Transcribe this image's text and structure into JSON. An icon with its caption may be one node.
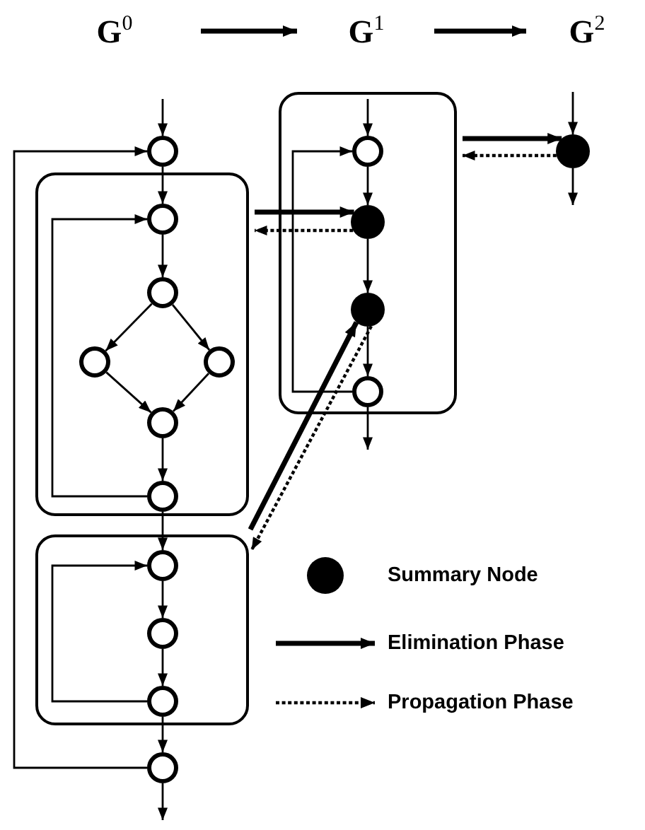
{
  "diagram": {
    "nodes": [
      {
        "text": [
          "G$^{0}$"
        ]
      },
      {
        "text": [
          "G$^{1}$"
        ]
      },
      {
        "text": [
          "G$^{2}$"
        ]
      },
      {
        "text": [],
        "shape": "circle"
      },
      {
        "text": [],
        "shape": "box"
      },
      {
        "text": [],
        "shape": "circle",
        "in": 4
      },
      {
        "text": [],
        "shape": "circle",
        "in": 4
      },
      {
        "text": [],
        "shape": "circle",
        "in": 4
      },
      {
        "text": [],
        "shape": "circle",
        "in": 4
      },
      {
        "text": [],
        "shape": "circle",
        "in": 4
      },
      {
        "text": [],
        "shape": "circle",
        "in": 4
      },
      {
        "text": [],
        "shape": "box"
      },
      {
        "text": [],
        "shape": "circle",
        "in": 11
      },
      {
        "text": [],
        "shape": "circle",
        "in": 11
      },
      {
        "text": [],
        "shape": "circle",
        "in": 11
      },
      {
        "text": [],
        "shape": "circle"
      },
      {
        "text": [],
        "shape": "box"
      },
      {
        "text": [],
        "shape": "circle",
        "in": 16
      },
      {
        "text": [],
        "shape": "dot",
        "in": 16
      },
      {
        "text": [],
        "shape": "dot",
        "in": 16
      },
      {
        "text": [],
        "shape": "circle",
        "in": 16
      },
      {
        "text": [],
        "shape": "dot"
      }
    ],
    "edges": [
      {
        "from": 0,
        "to": 1,
        "arrow": "to",
        "style": "thick"
      },
      {
        "from": 1,
        "to": 2,
        "arrow": "to",
        "style": "thick"
      },
      {
        "from": null,
        "to": 3,
        "arrow": "to"
      },
      {
        "from": 3,
        "to": 5,
        "arrow": "to"
      },
      {
        "from": 5,
        "to": 6,
        "arrow": "to"
      },
      {
        "from": 6,
        "to": 7,
        "arrow": "to"
      },
      {
        "from": 6,
        "to": 8,
        "arrow": "to"
      },
      {
        "from": 7,
        "to": 9,
        "arrow": "to"
      },
      {
        "from": 8,
        "to": 9,
        "arrow": "to"
      },
      {
        "from": 9,
        "to": 10,
        "arrow": "to"
      },
      {
        "from": 10,
        "to": 5,
        "arrow": "to"
      },
      {
        "from": 10,
        "to": 12,
        "arrow": "to"
      },
      {
        "from": 12,
        "to": 13,
        "arrow": "to"
      },
      {
        "from": 13,
        "to": 14,
        "arrow": "to"
      },
      {
        "from": 14,
        "to": 12,
        "arrow": "to"
      },
      {
        "from": 14,
        "to": 15,
        "arrow": "to"
      },
      {
        "from": 15,
        "to": 3,
        "arrow": "to"
      },
      {
        "from": 15,
        "to": null,
        "arrow": "to"
      },
      {
        "from": null,
        "to": 17,
        "arrow": "to"
      },
      {
        "from": 17,
        "to": 18,
        "arrow": "to"
      },
      {
        "from": 18,
        "to": 19,
        "arrow": "to"
      },
      {
        "from": 19,
        "to": 20,
        "arrow": "to"
      },
      {
        "from": 20,
        "to": 17,
        "arrow": "to"
      },
      {
        "from": 20,
        "to": null,
        "arrow": "to"
      },
      {
        "from": null,
        "to": 21,
        "arrow": "to"
      },
      {
        "from": 21,
        "to": null,
        "arrow": "to"
      },
      {
        "from": 4,
        "to": 18,
        "arrow": "to",
        "style": "thick"
      },
      {
        "from": 18,
        "to": 4,
        "arrow": "to",
        "style": "dashed"
      },
      {
        "from": 16,
        "to": 21,
        "arrow": "to",
        "style": "thick"
      },
      {
        "from": 21,
        "to": 16,
        "arrow": "to",
        "style": "dashed"
      },
      {
        "from": 11,
        "to": 19,
        "arrow": "to",
        "style": "thick"
      },
      {
        "from": 19,
        "to": 11,
        "arrow": "to",
        "style": "dashed"
      }
    ],
    "legend": [
      {
        "text": "Summary Node"
      },
      {
        "text": "Elimination Phase"
      },
      {
        "text": "Propagation Phase"
      }
    ]
  }
}
